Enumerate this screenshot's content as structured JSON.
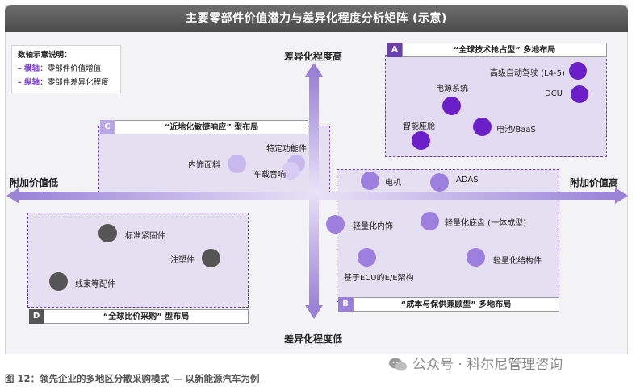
{
  "title": "主要零部件价值潜力与差异化程度分析矩阵 (示意)",
  "legend": {
    "heading": "数轴示意说明：",
    "x_prefix": "– 横轴",
    "x_text": "：零部件价值增值",
    "y_prefix": "– 纵轴",
    "y_text": "：零部件差异化程度"
  },
  "axes": {
    "y_top": "差异化程度高",
    "y_bottom": "差异化程度低",
    "x_left": "附加价值低",
    "x_right": "附加价值高"
  },
  "zones": {
    "A": {
      "letter": "A",
      "label": "“全球技术抢占型” 多地布局",
      "color": "#6a3fb0"
    },
    "B": {
      "letter": "B",
      "label": "“成本与保供兼顾型” 多地布局",
      "color": "#9a7fd8"
    },
    "C": {
      "letter": "C",
      "label": "“近地化敏捷响应” 型布局",
      "color": "#b8a6e6"
    },
    "D": {
      "letter": "D",
      "label": "“全球比价采购” 型布局",
      "color": "#555555"
    }
  },
  "nodes": {
    "n1": "高级自动驾驶 (L4-5)",
    "n2": "DCU",
    "n3": "电源系统",
    "n4": "智能座舱",
    "n5": "电池/BaaS",
    "n6": "特定功能件",
    "n7": "内饰面料",
    "n8": "车载音响",
    "n9": "电机",
    "n10": "ADAS",
    "n11": "轻量化内饰",
    "n12": "轻量化底盘 (一体成型)",
    "n13": "轻量化结构件",
    "n14": "基于ECU的E/E架构",
    "n15": "标准紧固件",
    "n16": "注塑件",
    "n17": "线束等配件"
  },
  "footer": "图 12：领先企业的多地区分散采购模式 — 以新能源汽车为例",
  "watermark": "公众号 · 科尔尼管理咨询",
  "colors": {
    "dark_purple": "#6a1fc8",
    "mid_purple": "#9d7fe0",
    "light_purple": "#c7b8ee",
    "gray": "#555555"
  }
}
